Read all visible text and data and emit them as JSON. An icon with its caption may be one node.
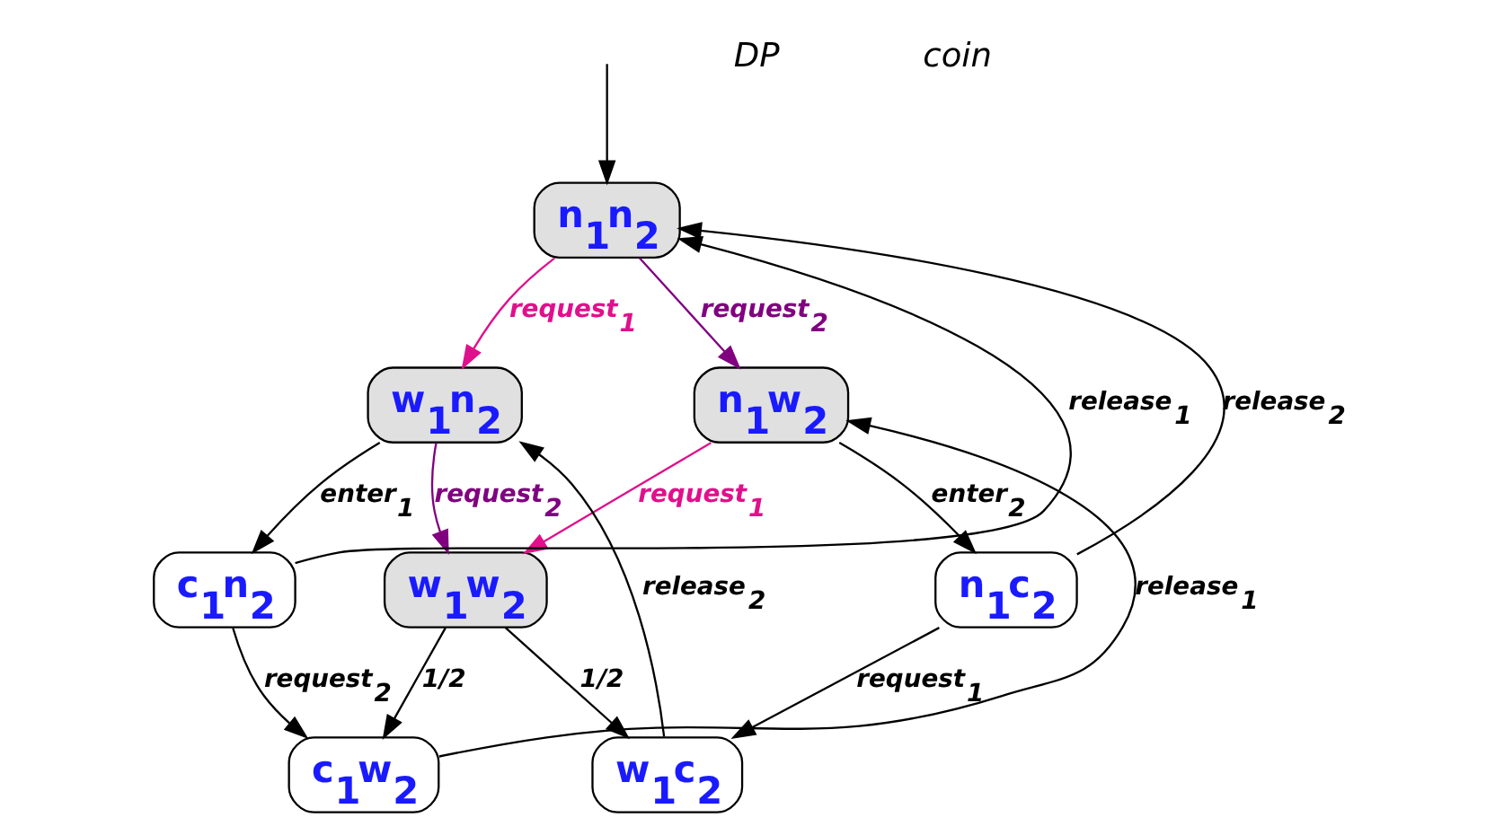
{
  "diagram": {
    "nodes": [
      {
        "text": [
          "n$_{1}$n$_{2}$"
        ]
      },
      {
        "text": [
          "w$_{1}$n$_{2}$"
        ]
      },
      {
        "text": [
          "n$_{1}$w$_{2}$"
        ]
      },
      {
        "text": [
          "w$_{1}$w$_{2}$"
        ]
      },
      {
        "text": [
          "c$_{1}$n$_{2}$"
        ]
      },
      {
        "text": [
          "n$_{1}$c$_{2}$"
        ]
      },
      {
        "text": [
          "c$_{1}$w$_{2}$"
        ]
      },
      {
        "text": [
          "w$_{1}$c$_{2}$"
        ]
      }
    ],
    "edges": [
      {
        "from": null,
        "to": 0,
        "arrow": "to"
      },
      {
        "from": 0,
        "to": 1,
        "arrow": "to",
        "label": "request$_{1}$",
        "color": "#e0108c"
      },
      {
        "from": 0,
        "to": 2,
        "arrow": "to",
        "label": "request$_{2}$",
        "color": "#800080"
      },
      {
        "from": 1,
        "to": 3,
        "arrow": "to",
        "label": "request$_{2}$",
        "color": "#800080"
      },
      {
        "from": 2,
        "to": 3,
        "arrow": "to",
        "label": "request$_{1}$",
        "color": "#e0108c"
      },
      {
        "from": 1,
        "to": 4,
        "arrow": "to",
        "label": "enter$_{1}$"
      },
      {
        "from": 2,
        "to": 5,
        "arrow": "to",
        "label": "enter$_{2}$"
      },
      {
        "from": 4,
        "to": 0,
        "arrow": "to",
        "label": "release$_{1}$"
      },
      {
        "from": 5,
        "to": 0,
        "arrow": "to",
        "label": "release$_{2}$"
      },
      {
        "from": 3,
        "to": 6,
        "arrow": "to",
        "label": "1/2"
      },
      {
        "from": 3,
        "to": 7,
        "arrow": "to",
        "label": "1/2"
      },
      {
        "from": 4,
        "to": 6,
        "arrow": "to",
        "label": "request$_{2}$"
      },
      {
        "from": 5,
        "to": 7,
        "arrow": "to",
        "label": "request$_{1}$"
      },
      {
        "from": 6,
        "to": 2,
        "arrow": "to",
        "label": "release$_{1}$"
      },
      {
        "from": 7,
        "to": 1,
        "arrow": "to",
        "label": "release$_{2}$"
      }
    ],
    "labels": [
      "DP",
      "coin"
    ]
  }
}
